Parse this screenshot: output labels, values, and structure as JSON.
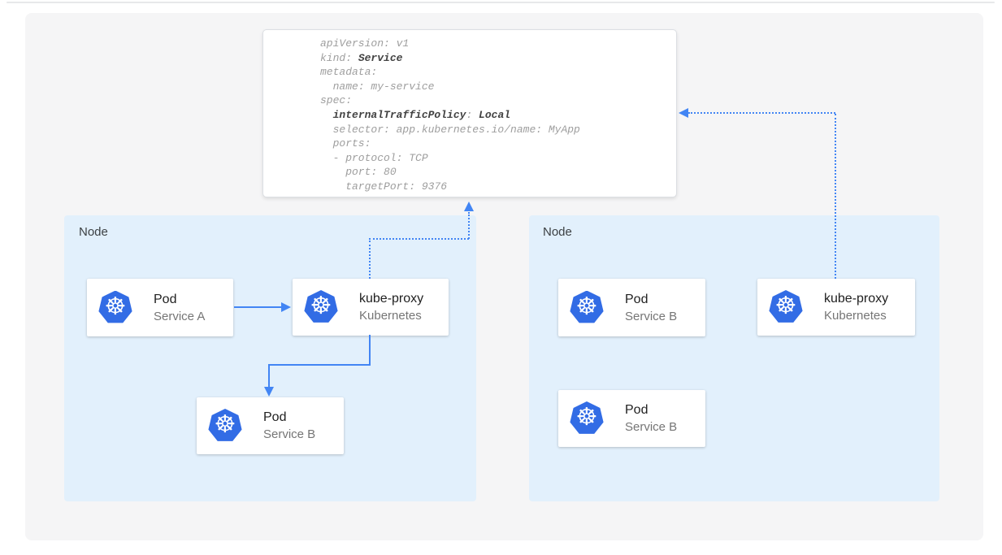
{
  "colors": {
    "accent_blue": "#4285f4",
    "kubernetes_blue": "#326ce5",
    "node_background": "#e2f0fc",
    "panel_background": "#f5f5f6"
  },
  "icons": {
    "kubernetes_wheel": "☸"
  },
  "yaml_card": {
    "lines": [
      [
        {
          "t": "apiVersion: v1",
          "b": false
        }
      ],
      [
        {
          "t": "kind: ",
          "b": false
        },
        {
          "t": "Service",
          "b": true
        }
      ],
      [
        {
          "t": "metadata:",
          "b": false
        }
      ],
      [
        {
          "t": "  name: my-service",
          "b": false
        }
      ],
      [
        {
          "t": "spec:",
          "b": false
        }
      ],
      [
        {
          "t": "  ",
          "b": false
        },
        {
          "t": "internalTrafficPolicy",
          "b": true
        },
        {
          "t": ": ",
          "b": false
        },
        {
          "t": "Local",
          "b": true
        }
      ],
      [
        {
          "t": "  selector: app.kubernetes.io/name: MyApp",
          "b": false
        }
      ],
      [
        {
          "t": "  ports:",
          "b": false
        }
      ],
      [
        {
          "t": "  - protocol: TCP",
          "b": false
        }
      ],
      [
        {
          "t": "    port: 80",
          "b": false
        }
      ],
      [
        {
          "t": "    targetPort: 9376",
          "b": false
        }
      ]
    ]
  },
  "nodes": [
    {
      "label": "Node",
      "cards": [
        {
          "title": "Pod",
          "subtitle": "Service A"
        },
        {
          "title": "kube-proxy",
          "subtitle": "Kubernetes"
        },
        {
          "title": "Pod",
          "subtitle": "Service B"
        }
      ]
    },
    {
      "label": "Node",
      "cards": [
        {
          "title": "Pod",
          "subtitle": "Service B"
        },
        {
          "title": "kube-proxy",
          "subtitle": "Kubernetes"
        },
        {
          "title": "Pod",
          "subtitle": "Service B"
        }
      ]
    }
  ]
}
